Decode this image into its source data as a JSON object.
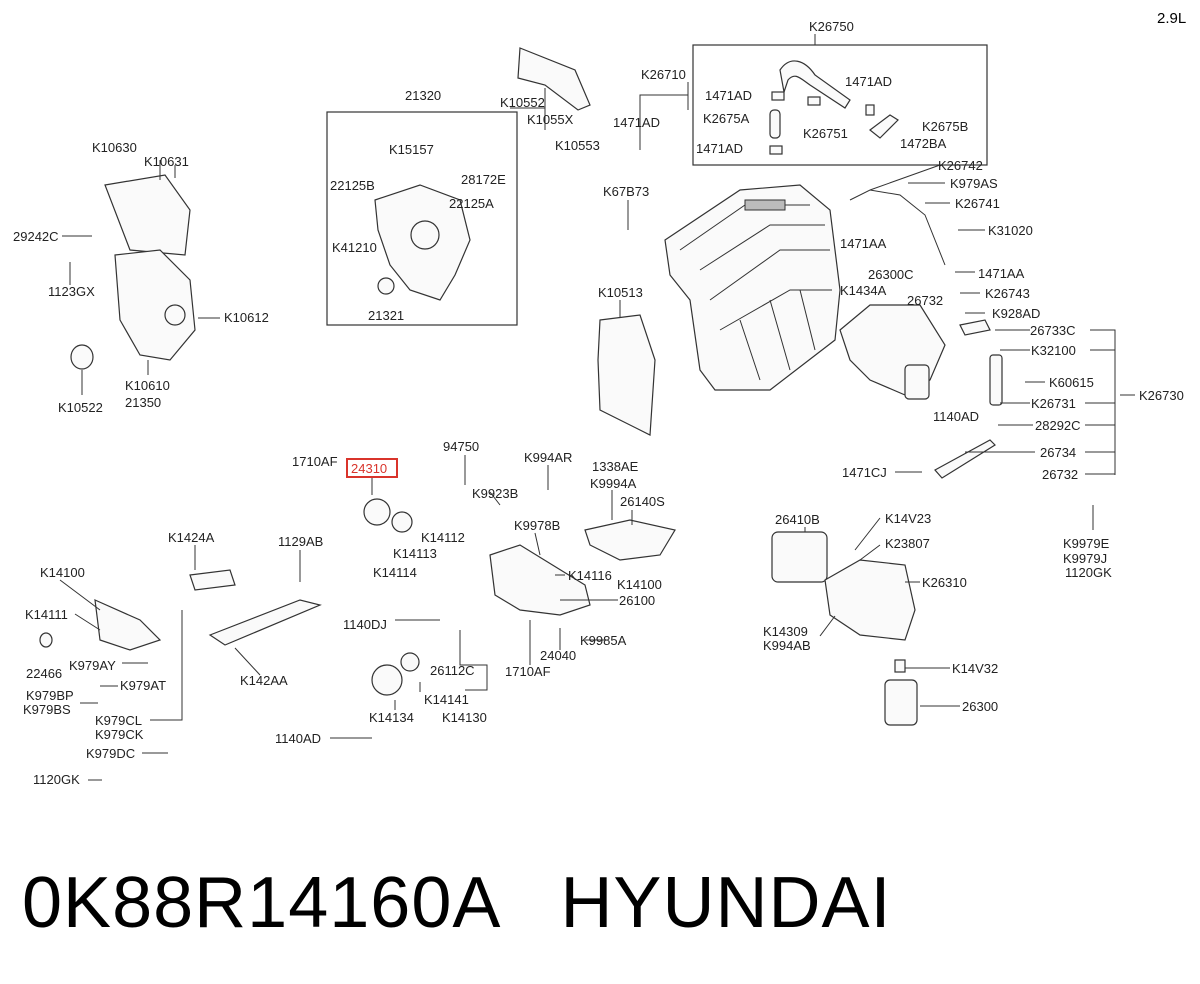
{
  "header": {
    "engine": "2.9L"
  },
  "caption": {
    "part_number": "0K88R14160A",
    "brand": "HYUNDAI"
  },
  "highlight": {
    "label": "24310",
    "color": "#d9342b"
  },
  "groups": {
    "g21320": "21320",
    "g26750": "K26750",
    "g26730": "K26730"
  },
  "labels": [
    "K26750",
    "1471AD",
    "1471AD",
    "K2675A",
    "K26751",
    "K2675B",
    "1471AD",
    "1472BA",
    "K26710",
    "1471AD",
    "K10552",
    "K1055X",
    "K10553",
    "21320",
    "K15157",
    "28172E",
    "22125B",
    "22125A",
    "K41210",
    "21321",
    "K10630",
    "K10631",
    "29242C",
    "1123GX",
    "K10612",
    "K10610",
    "21350",
    "K10522",
    "K67B73",
    "K10513",
    "K26742",
    "K979AS",
    "K26741",
    "1471AA",
    "K31020",
    "1471AA",
    "K26743",
    "K928AD",
    "26300C",
    "K1434A",
    "26732",
    "26733C",
    "K32100",
    "K60615",
    "K26730",
    "1140AD",
    "K26731",
    "28292C",
    "26734",
    "1471CJ",
    "26732",
    "K9979E",
    "K9979J",
    "1120GK",
    "1710AF",
    "94750",
    "K994AR",
    "1338AE",
    "K9994A",
    "26140S",
    "K9923B",
    "K9978B",
    "K14112",
    "K14113",
    "K14114",
    "K14116",
    "K14100",
    "26100",
    "1140DJ",
    "K9985A",
    "24040",
    "1710AF",
    "26112C",
    "K14141",
    "K14134",
    "K14130",
    "1140AD",
    "K1424A",
    "1129AB",
    "K14100",
    "K14111",
    "22466",
    "K979AY",
    "K979AT",
    "K979BP",
    "K979BS",
    "K979CL",
    "K979CK",
    "K979DC",
    "1120GK",
    "K142AA",
    "26410B",
    "K14V23",
    "K23807",
    "K26310",
    "K14309",
    "K994AB",
    "K14V32",
    "26300"
  ]
}
